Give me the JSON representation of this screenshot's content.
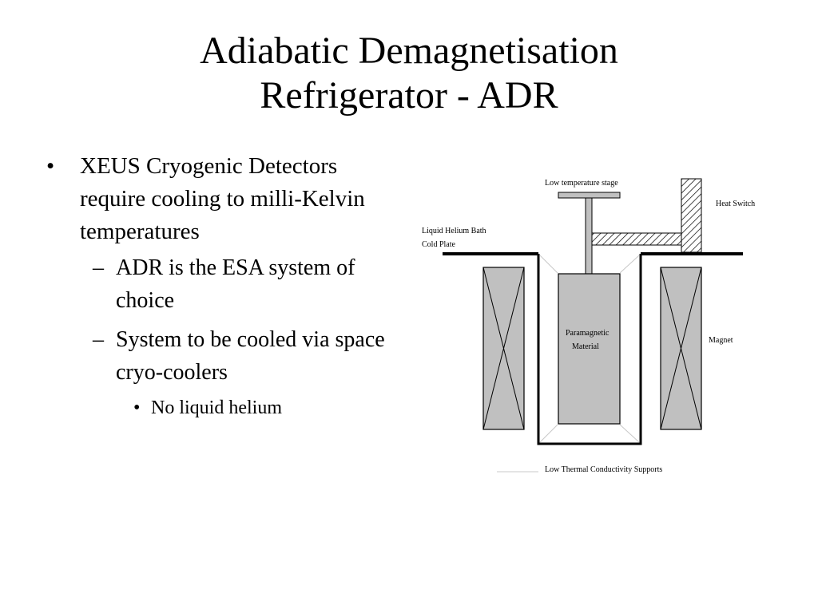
{
  "slide": {
    "title_line1": "Adiabatic Demagnetisation",
    "title_line2": "Refrigerator - ADR"
  },
  "bullets": {
    "marker1": "•",
    "marker2": "–",
    "marker3": "•",
    "item1": "XEUS Cryogenic Detectors require cooling to milli-Kelvin temperatures",
    "item1_sub1": "ADR is the ESA system of choice",
    "item1_sub2": "System to be cooled via space cryo-coolers",
    "item1_sub2_sub1": "No liquid helium"
  },
  "diagram": {
    "labels": {
      "low_temp_stage": "Low temperature stage",
      "heat_switch": "Heat Switch",
      "liquid_helium_bath": "Liquid Helium Bath",
      "cold_plate": "Cold Plate",
      "paramagnetic_1": "Paramagnetic",
      "paramagnetic_2": "Material",
      "magnet": "Magnet",
      "supports": "Low Thermal Conductivity Supports"
    },
    "colors": {
      "component_fill": "#c0c0c0",
      "support_line": "#c8c8c8",
      "outline": "#000000"
    }
  }
}
